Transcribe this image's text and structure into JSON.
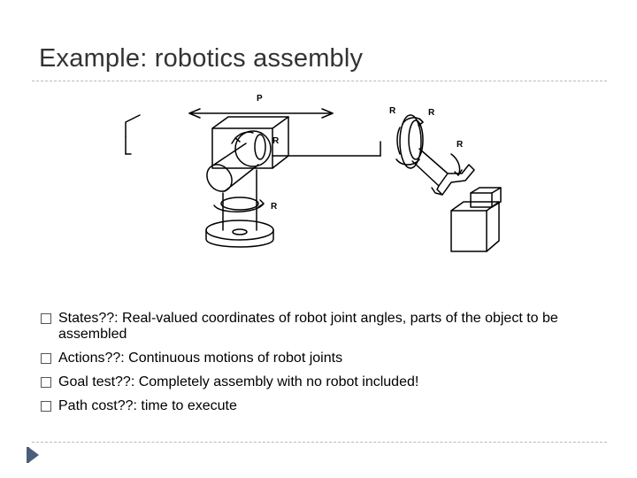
{
  "slide": {
    "title": "Example: robotics assembly"
  },
  "diagram": {
    "label_p": "P",
    "label_r1": "R",
    "label_r2": "R",
    "label_r3": "R",
    "label_r4": "R",
    "label_r5": "R"
  },
  "bullets": [
    {
      "text": "States??: Real-valued coordinates of robot joint angles, parts of the object to be assembled"
    },
    {
      "text": "Actions??: Continuous motions of robot joints"
    },
    {
      "text": "Goal test??: Completely assembly with no robot included!"
    },
    {
      "text": "Path cost??: time to execute"
    }
  ],
  "colors": {
    "title": "#333333",
    "divider": "#b9b9b9",
    "nav_arrow": "#4b5d7d"
  }
}
